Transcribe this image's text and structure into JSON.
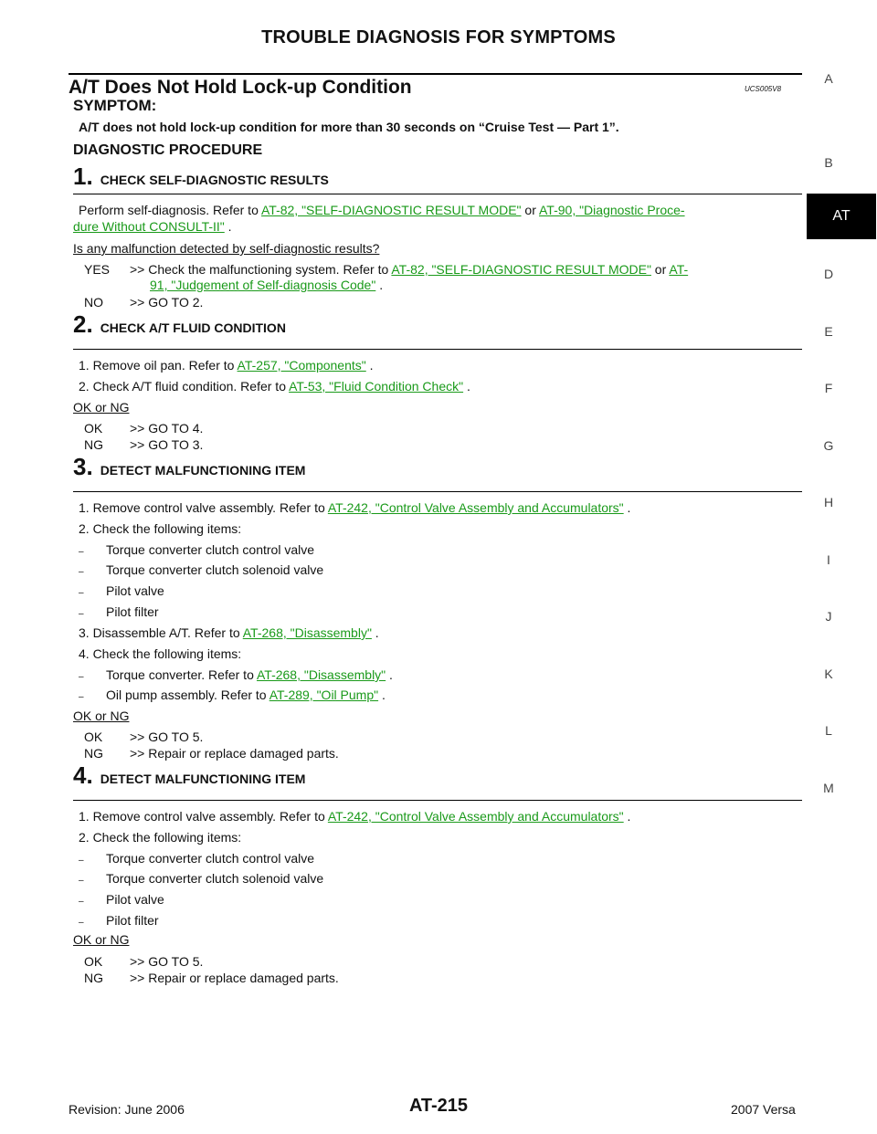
{
  "header": {
    "title": "TROUBLE DIAGNOSIS FOR SYMPTOMS"
  },
  "section": {
    "title": "A/T Does Not Hold Lock-up Condition",
    "code": "UCS005V8"
  },
  "symptom": {
    "label": "SYMPTOM:",
    "text": "A/T does not hold lock-up condition for more than 30 seconds on “Cruise Test — Part 1”."
  },
  "diag_title": "DIAGNOSTIC PROCEDURE",
  "step1": {
    "num": "1.",
    "title": "CHECK SELF-DIAGNOSTIC RESULTS",
    "line1_pre": "Perform self-diagnosis. Refer to ",
    "link1": "AT-82, \"SELF-DIAGNOSTIC RESULT MODE\"",
    "line1_mid": " or ",
    "link2a": "AT-90, \"Diagnostic Proce-",
    "link2b": "dure Without CONSULT-II\"",
    "line2_post": " .",
    "question": "Is any malfunction detected by self-diagnostic results?",
    "yes_key": "YES",
    "yes_pre": ">> Check the malfunctioning system. Refer to ",
    "yes_link1": "AT-82, \"SELF-DIAGNOSTIC RESULT MODE\"",
    "yes_mid": " or ",
    "yes_link2a": "AT-",
    "yes_link2b": "91, \"Judgement of Self-diagnosis Code\"",
    "yes_post": " .",
    "no_key": "NO",
    "no_text": ">> GO TO 2."
  },
  "step2": {
    "num": "2.",
    "title": "CHECK A/T FLUID CONDITION",
    "item1_pre": "1.   Remove oil pan. Refer to ",
    "item1_link": "AT-257, \"Components\"",
    "item1_post": " .",
    "item2_pre": "2.   Check A/T fluid condition. Refer to ",
    "item2_link": "AT-53, \"Fluid Condition Check\"",
    "item2_post": " .",
    "question": "OK or NG",
    "ok_key": "OK",
    "ok_text": ">> GO TO 4.",
    "ng_key": "NG",
    "ng_text": ">> GO TO 3."
  },
  "step3": {
    "num": "3.",
    "title": "DETECT MALFUNCTIONING ITEM",
    "item1_pre": "1.   Remove control valve assembly. Refer to ",
    "item1_link": "AT-242, \"Control Valve Assembly and Accumulators\"",
    "item1_post": " .",
    "item2": "2.   Check the following items:",
    "dash": "–",
    "d1": "Torque converter clutch control valve",
    "d2": "Torque converter clutch solenoid valve",
    "d3": "Pilot valve",
    "d4": "Pilot filter",
    "item3_pre": "3.   Disassemble A/T. Refer to ",
    "item3_link": "AT-268, \"Disassembly\"",
    "item3_post": " .",
    "item4": "4.   Check the following items:",
    "d5_pre": "Torque converter. Refer to ",
    "d5_link": "AT-268, \"Disassembly\"",
    "d5_post": " .",
    "d6_pre": "Oil pump assembly. Refer to ",
    "d6_link": "AT-289, \"Oil Pump\"",
    "d6_post": " .",
    "question": "OK or NG",
    "ok_key": "OK",
    "ok_text": ">> GO TO 5.",
    "ng_key": "NG",
    "ng_text": ">> Repair or replace damaged parts."
  },
  "step4": {
    "num": "4.",
    "title": "DETECT MALFUNCTIONING ITEM",
    "item1_pre": "1.   Remove control valve assembly. Refer to ",
    "item1_link": "AT-242, \"Control Valve Assembly and Accumulators\"",
    "item1_post": " .",
    "item2": "2.   Check the following items:",
    "dash": "–",
    "d1": "Torque converter clutch control valve",
    "d2": "Torque converter clutch solenoid valve",
    "d3": "Pilot valve",
    "d4": "Pilot filter",
    "question": "OK or NG",
    "ok_key": "OK",
    "ok_text": ">> GO TO 5.",
    "ng_key": "NG",
    "ng_text": ">> Repair or replace damaged parts."
  },
  "side_index": {
    "letters": [
      "A",
      "B",
      "D",
      "E",
      "F",
      "G",
      "H",
      "I",
      "J",
      "K",
      "L",
      "M"
    ],
    "active": "AT"
  },
  "footer": {
    "revision": "Revision: June 2006",
    "page": "AT-215",
    "model": "2007 Versa"
  },
  "colors": {
    "link": "#1a9a1a",
    "tab_bg": "#000000"
  }
}
